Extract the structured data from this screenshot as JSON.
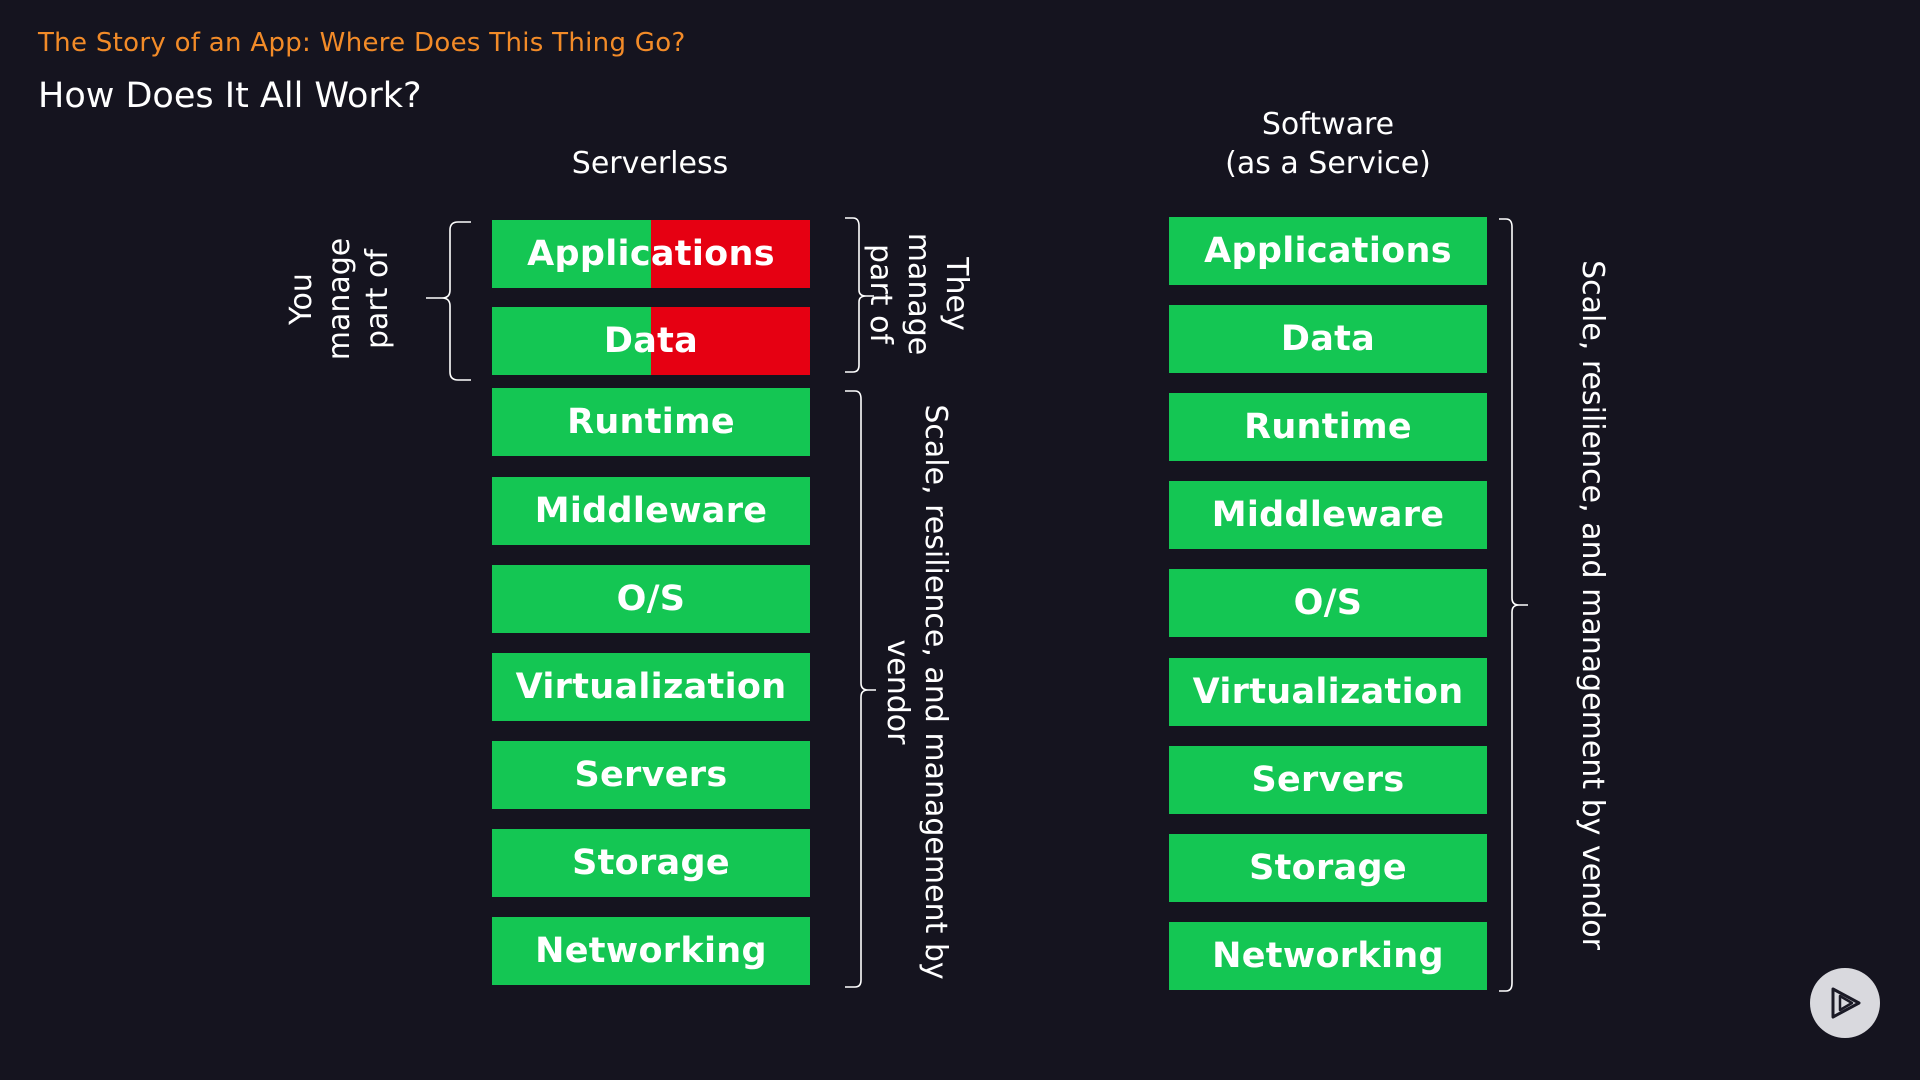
{
  "header": {
    "kicker": "The Story of an App: Where Does This Thing Go?",
    "title": "How Does It All Work?"
  },
  "colors": {
    "background": "#15141f",
    "kicker": "#f28b28",
    "vendor_managed_green": "#14c653",
    "user_managed_red": "#e60012"
  },
  "serverless": {
    "title": "Serverless",
    "layers": [
      {
        "label": "Applications",
        "user_share": 0.5
      },
      {
        "label": "Data",
        "user_share": 0.5
      },
      {
        "label": "Runtime",
        "user_share": 0
      },
      {
        "label": "Middleware",
        "user_share": 0
      },
      {
        "label": "O/S",
        "user_share": 0
      },
      {
        "label": "Virtualization",
        "user_share": 0
      },
      {
        "label": "Servers",
        "user_share": 0
      },
      {
        "label": "Storage",
        "user_share": 0
      },
      {
        "label": "Networking",
        "user_share": 0
      }
    ],
    "you_manage": [
      "You",
      "manage",
      "part of"
    ],
    "they_manage": [
      "They",
      "manage",
      "part of"
    ],
    "vendor_note": [
      "Scale, resilience, and management by",
      "vendor"
    ]
  },
  "saas": {
    "title_lines": [
      "Software",
      "(as a Service)"
    ],
    "layers": [
      {
        "label": "Applications"
      },
      {
        "label": "Data"
      },
      {
        "label": "Runtime"
      },
      {
        "label": "Middleware"
      },
      {
        "label": "O/S"
      },
      {
        "label": "Virtualization"
      },
      {
        "label": "Servers"
      },
      {
        "label": "Storage"
      },
      {
        "label": "Networking"
      }
    ],
    "vendor_note": "Scale, resilience, and management by vendor"
  },
  "player": {
    "icon": "play-icon"
  }
}
